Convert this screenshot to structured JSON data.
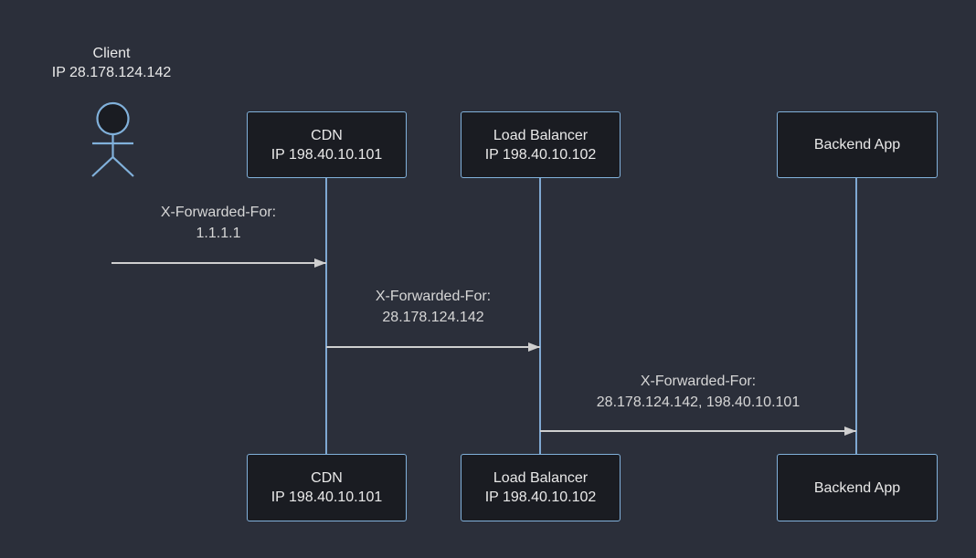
{
  "diagram": {
    "type": "sequence",
    "participants": [
      {
        "id": "client",
        "kind": "actor",
        "label": "Client",
        "ip": "IP 28.178.124.142"
      },
      {
        "id": "cdn",
        "kind": "participant",
        "label": "CDN",
        "ip": "IP 198.40.10.101"
      },
      {
        "id": "lb",
        "kind": "participant",
        "label": "Load Balancer",
        "ip": "IP 198.40.10.102"
      },
      {
        "id": "backend",
        "kind": "participant",
        "label": "Backend App",
        "ip": ""
      }
    ],
    "messages": [
      {
        "from": "client",
        "to": "cdn",
        "header": "X-Forwarded-For:",
        "value": "1.1.1.1"
      },
      {
        "from": "cdn",
        "to": "lb",
        "header": "X-Forwarded-For:",
        "value": "28.178.124.142"
      },
      {
        "from": "lb",
        "to": "backend",
        "header": "X-Forwarded-For:",
        "value": "28.178.124.142, 198.40.10.101"
      }
    ],
    "colors": {
      "background": "#2b2f3a",
      "box_fill": "#1a1c22",
      "box_border": "#81b1db",
      "lifeline": "#7fa8d2",
      "arrow": "#cfcfcf",
      "box_text": "#e9e9e9",
      "message_text": "#d6d6d6",
      "actor_stroke": "#81b1db"
    }
  }
}
